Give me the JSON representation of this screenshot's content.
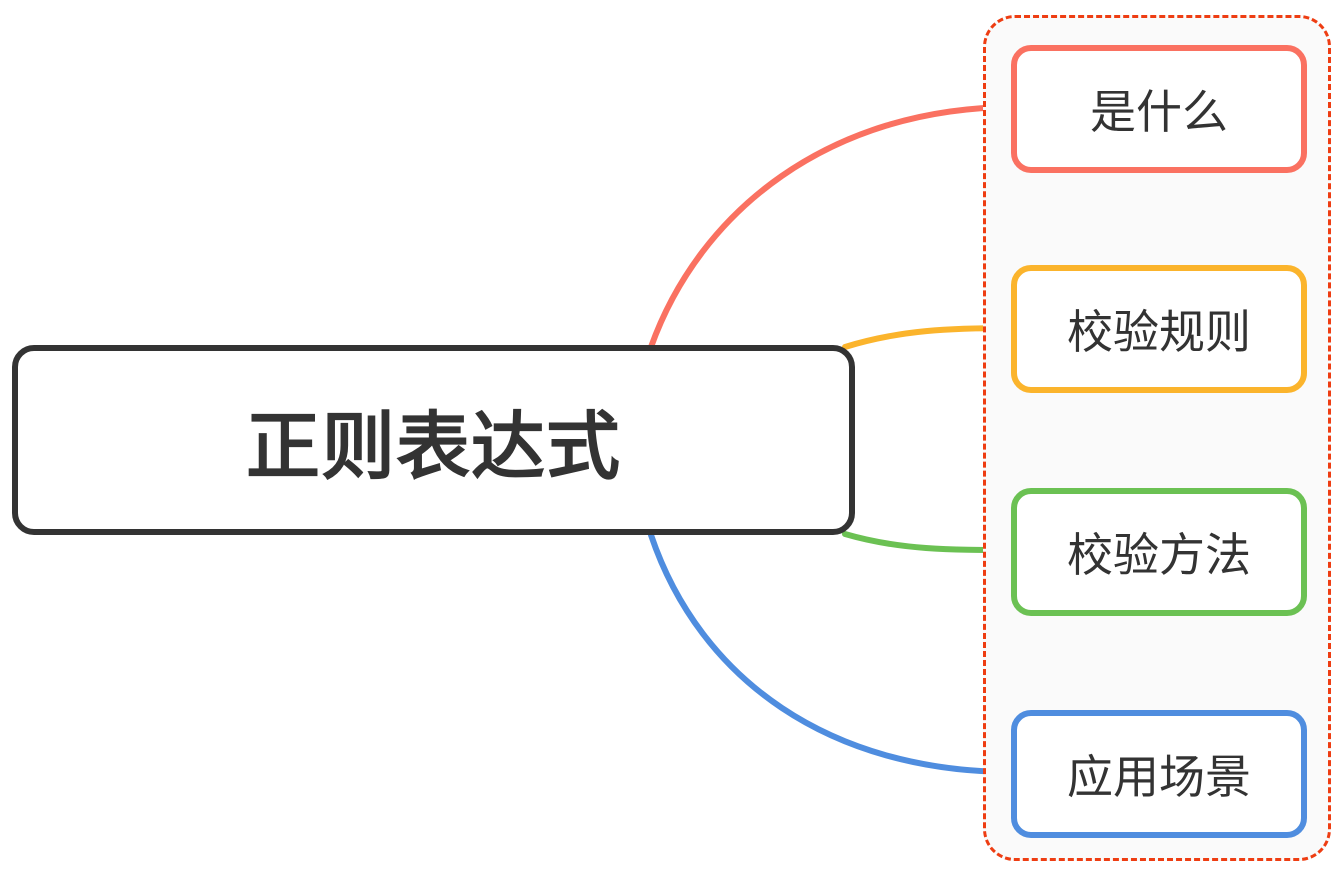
{
  "diagram": {
    "type": "mind-map",
    "root": {
      "label": "正则表达式",
      "color": "#333333"
    },
    "group_frame": {
      "style": "dashed",
      "color": "#ee3d12"
    },
    "branches": [
      {
        "id": "what",
        "label": "是什么",
        "color": "#fa7161"
      },
      {
        "id": "rules",
        "label": "校验规则",
        "color": "#fbb42c"
      },
      {
        "id": "methods",
        "label": "校验方法",
        "color": "#6bc153"
      },
      {
        "id": "scenes",
        "label": "应用场景",
        "color": "#4f8ddf"
      }
    ]
  }
}
